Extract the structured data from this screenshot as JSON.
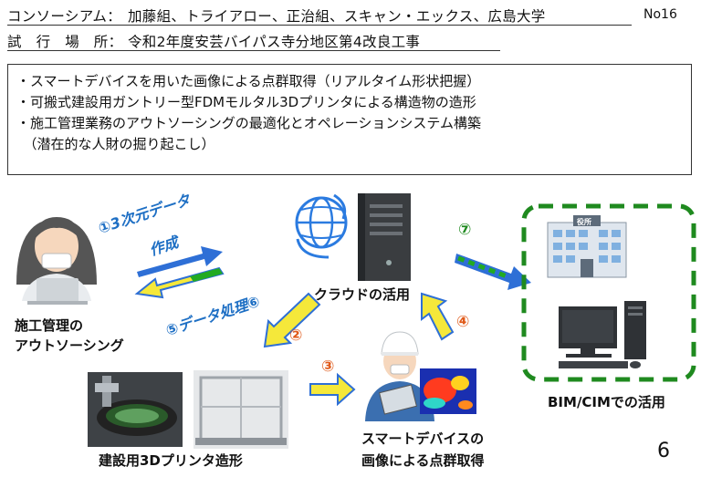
{
  "header": {
    "consortium_key": "コンソーシアム：",
    "consortium_value": "加藤組、トライアロー、正治組、スキャン・エックス、広島大学",
    "site_key": "試　行　場　所：",
    "site_value": "令和2年度安芸バイパス寺分地区第4改良工事",
    "number": "No16"
  },
  "bullets": [
    "・スマートデバイスを用いた画像による点群取得（リアルタイム形状把握）",
    "・可搬式建設用ガントリー型FDMモルタル3Dプリンタによる構造物の造形",
    "・施工管理業務のアウトソーシングの最適化とオペレーションシステム構築",
    "　（潜在的な人財の掘り起こし）"
  ],
  "diagram": {
    "outsourcing_label_1": "施工管理の",
    "outsourcing_label_2": "アウトソーシング",
    "step1_line1": "①3次元データ",
    "step1_line2": "作成",
    "step6": "⑤データ処理⑥",
    "cloud_label": "クラウドの活用",
    "step2": "②",
    "step3": "③",
    "step4": "④",
    "step7": "⑦",
    "printer_label": "建設用3Dプリンタ造形",
    "smart_label_1": "スマートデバイスの",
    "smart_label_2": "画像による点群取得",
    "bim_label": "BIM/CIMでの活用",
    "office_sign": "役所"
  },
  "page_number": "6",
  "colors": {
    "arrow_blue": "#2e6fd6",
    "arrow_yellow": "#f5e83a",
    "arrow_green": "#22aa22",
    "step_orange": "#e05a1a",
    "dashed_green": "#1f8a1f"
  }
}
